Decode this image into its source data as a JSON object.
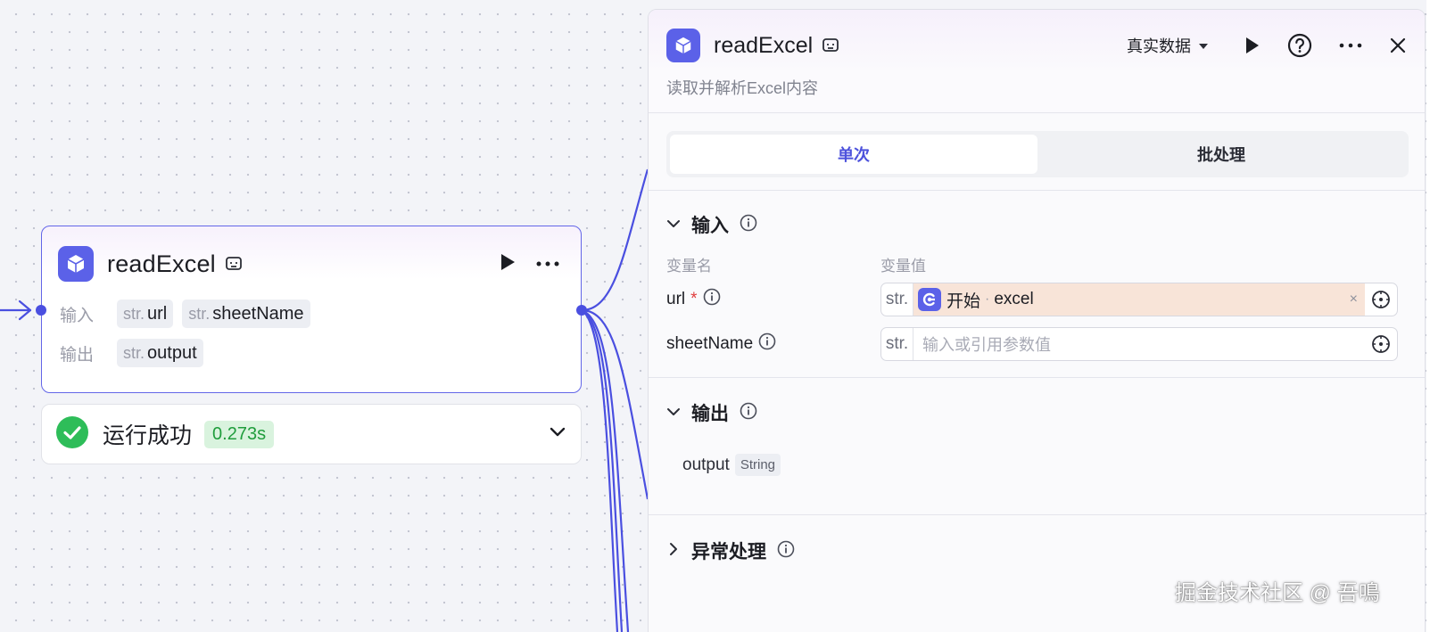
{
  "node": {
    "title": "readExcel",
    "input_label": "输入",
    "output_label": "输出",
    "inputs": [
      {
        "type": "str.",
        "name": "url"
      },
      {
        "type": "str.",
        "name": "sheetName"
      }
    ],
    "outputs": [
      {
        "type": "str.",
        "name": "output"
      }
    ]
  },
  "run": {
    "status": "运行成功",
    "time": "0.273s"
  },
  "panel": {
    "title": "readExcel",
    "description": "读取并解析Excel内容",
    "mode": "真实数据",
    "tabs": [
      "单次",
      "批处理"
    ],
    "input_section": "输入",
    "col_name": "变量名",
    "col_value": "变量值",
    "vars": [
      {
        "name": "url",
        "required": "*",
        "type": "str.",
        "ref_node": "开始",
        "ref_sep": "·",
        "ref_var": "excel",
        "clear": "×"
      },
      {
        "name": "sheetName",
        "type": "str.",
        "placeholder": "输入或引用参数值"
      }
    ],
    "output_section": "输出",
    "output": {
      "name": "output",
      "type": "String"
    },
    "error_section": "异常处理"
  },
  "watermark": "掘金技术社区 @ 吾鳴",
  "colors": {
    "accent": "#5b61e8",
    "success": "#2ebd59",
    "ref_bg": "#f8e4d8"
  },
  "icons": [
    "cube-icon",
    "template-icon",
    "run-icon",
    "more-icon",
    "success-check-icon",
    "chevron-down-icon",
    "dropdown-caret-icon",
    "help-icon",
    "close-icon",
    "info-icon",
    "variable-picker-icon",
    "arrow-right-icon"
  ]
}
